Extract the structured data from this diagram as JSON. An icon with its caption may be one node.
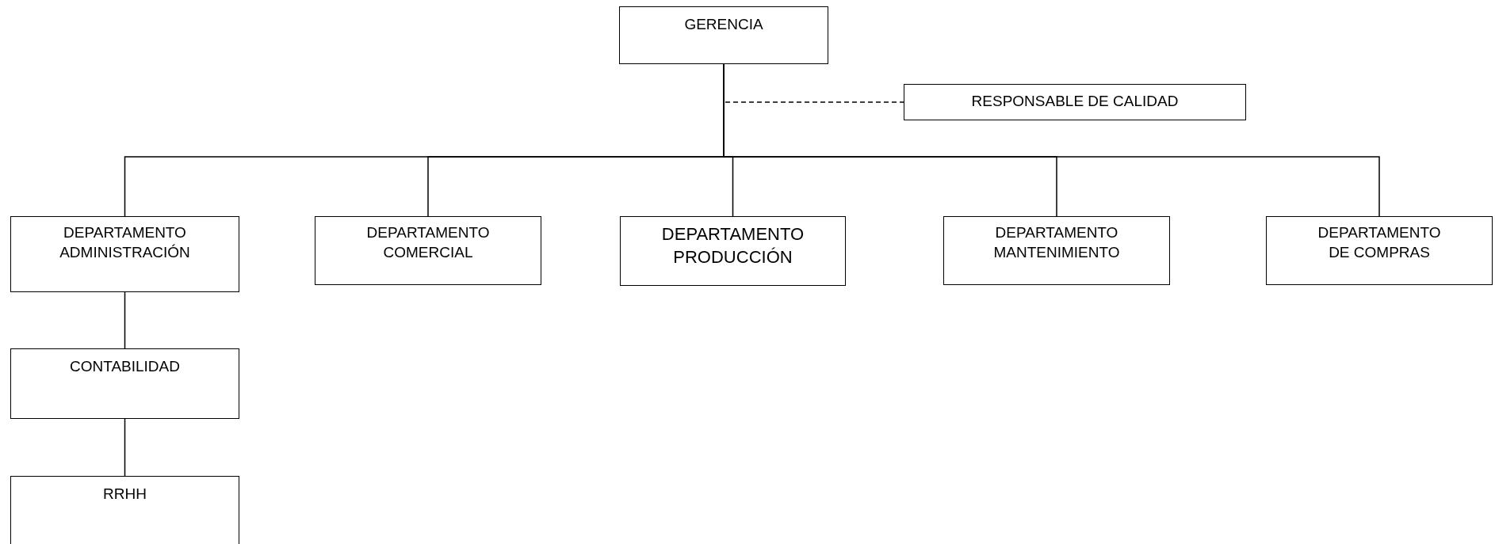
{
  "diagram": {
    "nodes": [
      {
        "text": [
          "GERENCIA"
        ]
      },
      {
        "text": [
          "RESPONSABLE DE CALIDAD"
        ]
      },
      {
        "text": [
          "DEPARTAMENTO ADMINISTRACIÓN"
        ]
      },
      {
        "text": [
          "DEPARTAMENTO COMERCIAL"
        ]
      },
      {
        "text": [
          "DEPARTAMENTO PRODUCCIÓN"
        ]
      },
      {
        "text": [
          "DEPARTAMENTO MANTENIMIENTO"
        ]
      },
      {
        "text": [
          "DEPARTAMENTO DE COMPRAS"
        ]
      },
      {
        "text": [
          "CONTABILIDAD"
        ]
      },
      {
        "text": [
          "RRHH"
        ]
      }
    ],
    "edges": [
      {
        "from": 0,
        "to": 1,
        "arrow": "none",
        "style": "dashed"
      },
      {
        "from": 0,
        "to": 2,
        "arrow": "none"
      },
      {
        "from": 0,
        "to": 3,
        "arrow": "none"
      },
      {
        "from": 0,
        "to": 4,
        "arrow": "none"
      },
      {
        "from": 0,
        "to": 5,
        "arrow": "none"
      },
      {
        "from": 0,
        "to": 6,
        "arrow": "none"
      },
      {
        "from": 2,
        "to": 7,
        "arrow": "none"
      },
      {
        "from": 7,
        "to": 8,
        "arrow": "none"
      }
    ]
  }
}
